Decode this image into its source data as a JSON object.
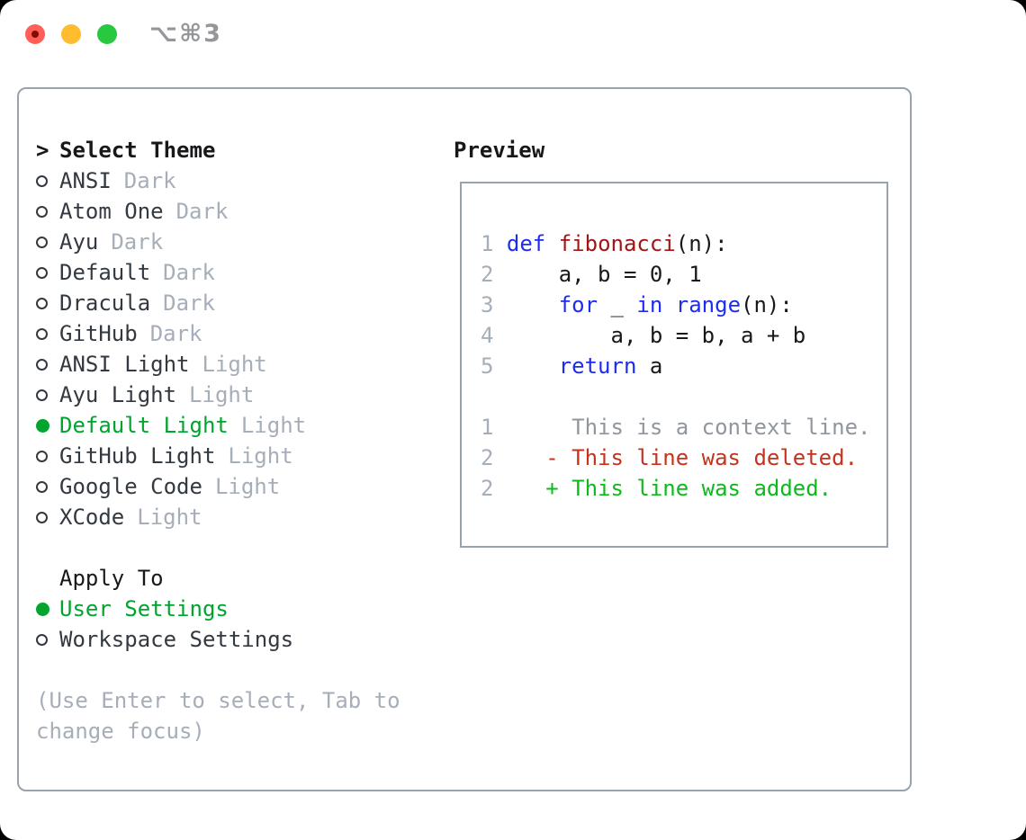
{
  "titlebar": {
    "shortcut": "⌥⌘3"
  },
  "colors": {
    "accent_green": "#00a42e",
    "keyword_blue": "#1e2cef",
    "function_red": "#a31515",
    "deleted_red": "#c4331d",
    "added_green": "#0cba1b",
    "muted_gray": "#a6aeb9",
    "context_gray": "#90969e",
    "item_gray": "#333940",
    "text_black": "#17181a",
    "border_gray": "#9aa2ae",
    "titlebar_gray": "#94969a",
    "traffic_red": "#ff5f57",
    "traffic_red_dot": "#850b02",
    "traffic_yellow": "#febc2e",
    "traffic_green": "#28c840"
  },
  "sidebar": {
    "prompt": ">",
    "header": "Select Theme",
    "themes": [
      {
        "name": "ANSI",
        "tag": "Dark",
        "selected": false
      },
      {
        "name": "Atom One",
        "tag": "Dark",
        "selected": false
      },
      {
        "name": "Ayu",
        "tag": "Dark",
        "selected": false
      },
      {
        "name": "Default",
        "tag": "Dark",
        "selected": false
      },
      {
        "name": "Dracula",
        "tag": "Dark",
        "selected": false
      },
      {
        "name": "GitHub",
        "tag": "Dark",
        "selected": false
      },
      {
        "name": "ANSI Light",
        "tag": "Light",
        "selected": false
      },
      {
        "name": "Ayu Light",
        "tag": "Light",
        "selected": false
      },
      {
        "name": "Default Light",
        "tag": "Light",
        "selected": true
      },
      {
        "name": "GitHub Light",
        "tag": "Light",
        "selected": false
      },
      {
        "name": "Google Code",
        "tag": "Light",
        "selected": false
      },
      {
        "name": "XCode",
        "tag": "Light",
        "selected": false
      }
    ],
    "apply_to": {
      "label": "Apply To",
      "options": [
        {
          "name": "User Settings",
          "selected": true
        },
        {
          "name": "Workspace Settings",
          "selected": false
        }
      ]
    },
    "hints": [
      "(Use Enter to select, Tab to",
      "change focus)"
    ]
  },
  "preview": {
    "title": "Preview",
    "lines": [
      {
        "tokens": [
          {
            "t": "1 ",
            "c": "num"
          },
          {
            "t": "def",
            "c": "kw"
          },
          {
            "t": " ",
            "c": "pl"
          },
          {
            "t": "fibonacci",
            "c": "fn"
          },
          {
            "t": "(n):",
            "c": "pl"
          }
        ]
      },
      {
        "tokens": [
          {
            "t": "2 ",
            "c": "num"
          },
          {
            "t": "    a, b = 0, 1",
            "c": "pl"
          }
        ]
      },
      {
        "tokens": [
          {
            "t": "3 ",
            "c": "num"
          },
          {
            "t": "    ",
            "c": "pl"
          },
          {
            "t": "for",
            "c": "kw"
          },
          {
            "t": " _ ",
            "c": "pl"
          },
          {
            "t": "in",
            "c": "kw"
          },
          {
            "t": " ",
            "c": "pl"
          },
          {
            "t": "range",
            "c": "kw"
          },
          {
            "t": "(n):",
            "c": "pl"
          }
        ]
      },
      {
        "tokens": [
          {
            "t": "4 ",
            "c": "num"
          },
          {
            "t": "        a, b = b, a + b",
            "c": "pl"
          }
        ]
      },
      {
        "tokens": [
          {
            "t": "5 ",
            "c": "num"
          },
          {
            "t": "    ",
            "c": "pl"
          },
          {
            "t": "return",
            "c": "kw"
          },
          {
            "t": " a",
            "c": "pl"
          }
        ]
      },
      {
        "tokens": []
      },
      {
        "tokens": [
          {
            "t": "1",
            "c": "num"
          },
          {
            "t": "      This is a context line.",
            "c": "ctx"
          }
        ]
      },
      {
        "tokens": [
          {
            "t": "2",
            "c": "num"
          },
          {
            "t": "    ",
            "c": "pl"
          },
          {
            "t": "- This line was deleted.",
            "c": "del"
          }
        ]
      },
      {
        "tokens": [
          {
            "t": "2",
            "c": "num"
          },
          {
            "t": "    ",
            "c": "pl"
          },
          {
            "t": "+ This line was added.",
            "c": "add"
          }
        ]
      }
    ]
  }
}
